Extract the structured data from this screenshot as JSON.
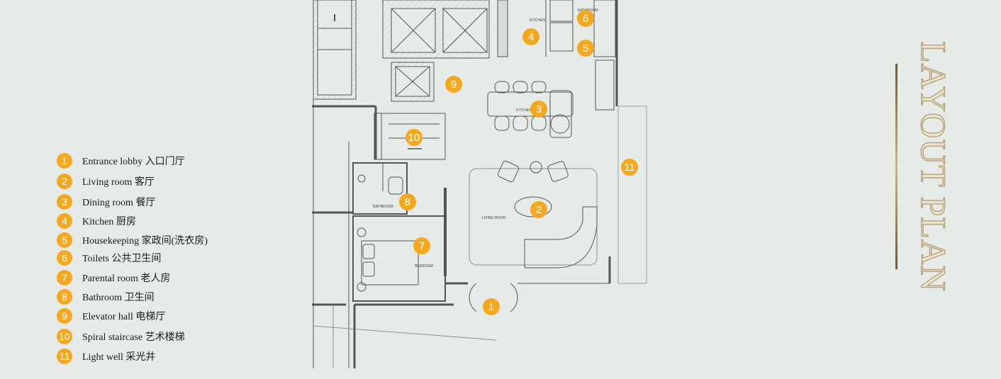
{
  "title": "LAYOUT PLAN",
  "legend": [
    {
      "num": "1",
      "label": "Entrance lobby 入口门厅"
    },
    {
      "num": "2",
      "label": "Living room 客厅"
    },
    {
      "num": "3",
      "label": "Dining room 餐厅"
    },
    {
      "num": "4",
      "label": "Kitchen 厨房"
    },
    {
      "num": "5",
      "label": "Housekeeping  家政间(洗衣房)"
    },
    {
      "num": "6",
      "label": "Toilets 公共卫生间"
    },
    {
      "num": "7",
      "label": "Parental room  老人房"
    },
    {
      "num": "8",
      "label": "Bathroom  卫生间"
    },
    {
      "num": "9",
      "label": "Elevator hall 电梯厅"
    },
    {
      "num": "10",
      "label": "Spiral staircase 艺术楼梯"
    },
    {
      "num": "11",
      "label": "Light well 采光井"
    }
  ],
  "markers": [
    "1",
    "2",
    "3",
    "4",
    "5",
    "6",
    "7",
    "8",
    "9",
    "10",
    "11"
  ],
  "plan_labels": {
    "kitchen": "KITCHEN",
    "bathroom_top": "BATHROOM",
    "dining": "KITCHEN",
    "living": "LIVING ROOM",
    "bathroom": "BATHROOM",
    "bedroom": "BEDROOM"
  },
  "colors": {
    "accent": "#f3a81f",
    "background": "#e6ebe8",
    "title": "#b9a67e"
  }
}
